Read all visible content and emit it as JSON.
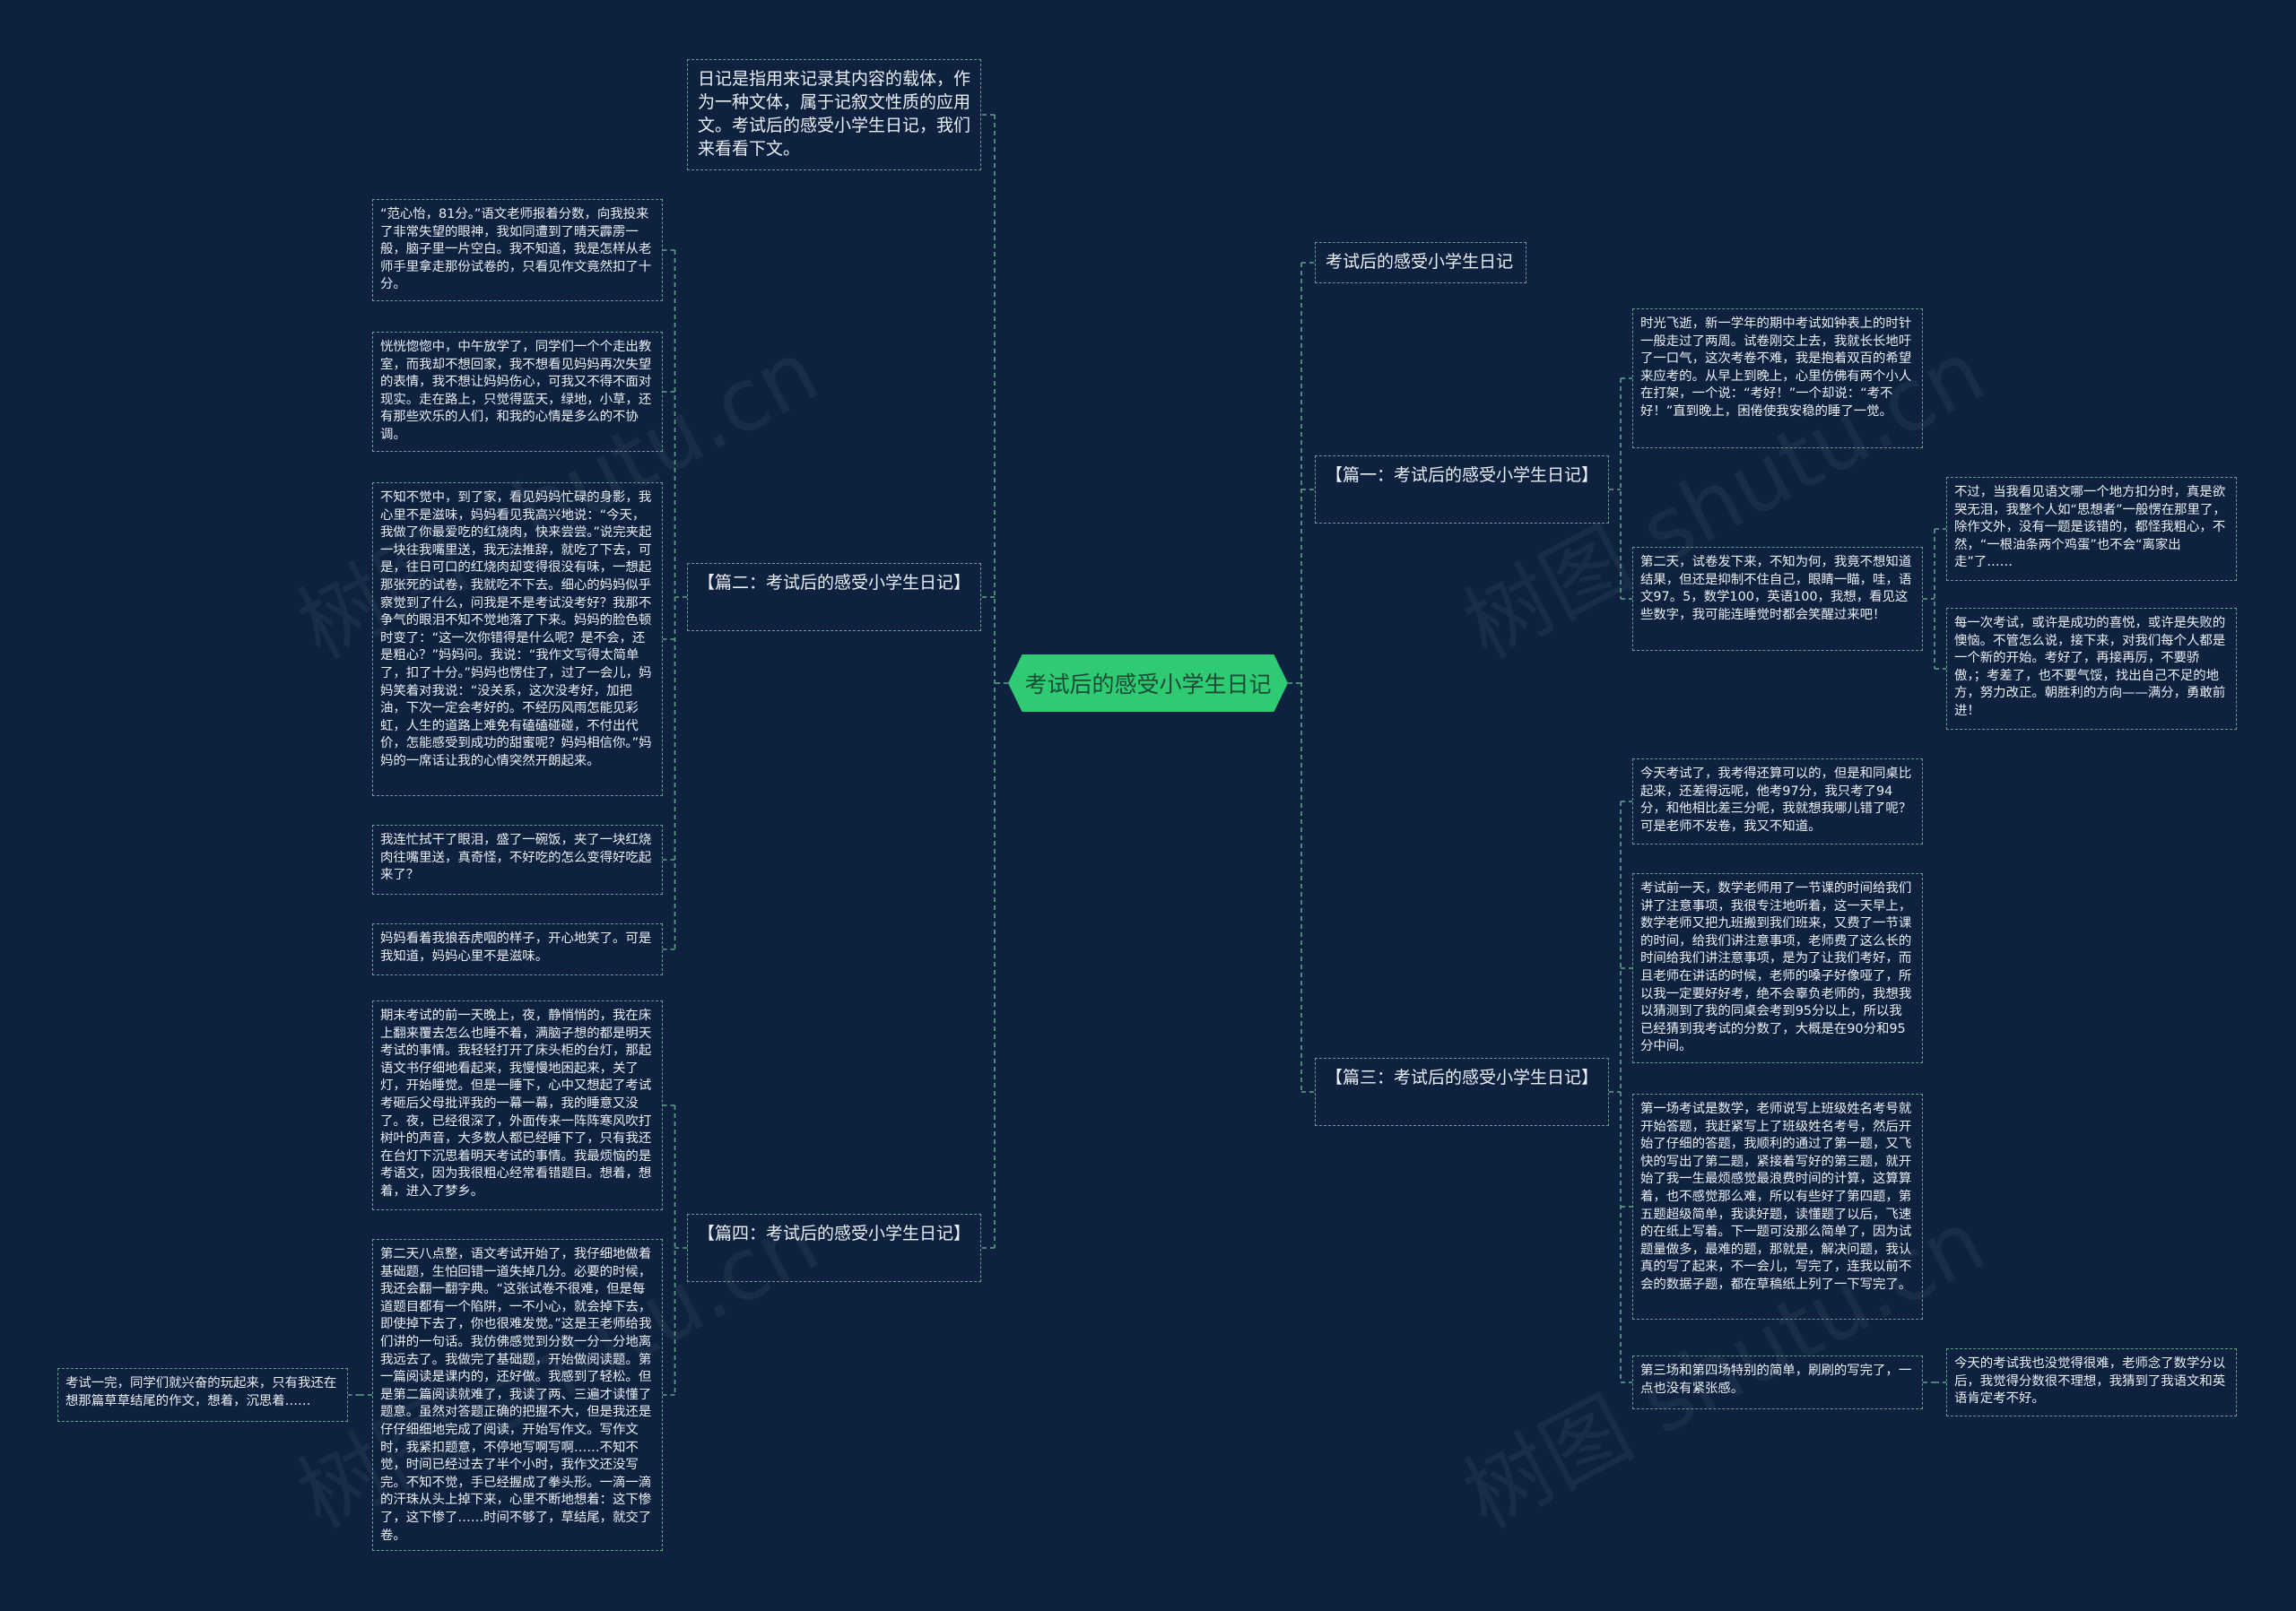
{
  "root": "考试后的感受小学生日记",
  "watermarks": [
    "树图 shutu.cn",
    "树图 shutu.cn",
    "树图 shutu.cn",
    "树图 shutu.cn"
  ],
  "colors": {
    "background": "#0e223f",
    "root_fill": "#2ecb73",
    "line": "#5fa287",
    "text": "#e9eef5"
  },
  "left": {
    "intro": "日记是指用来记录其内容的载体，作为一种文体，属于记叙文性质的应用文。考试后的感受小学生日记，我们来看看下文。",
    "pian2": {
      "label": "【篇二：考试后的感受小学生日记】",
      "leaves": [
        "“范心怡，81分。”语文老师报着分数，向我投来了非常失望的眼神，我如同遭到了晴天霹雳一般，脑子里一片空白。我不知道，我是怎样从老师手里拿走那份试卷的，只看见作文竟然扣了十分。",
        "恍恍惚惚中，中午放学了，同学们一个个走出教室，而我却不想回家，我不想看见妈妈再次失望的表情，我不想让妈妈伤心，可我又不得不面对现实。走在路上，只觉得蓝天，绿地，小草，还有那些欢乐的人们，和我的心情是多么的不协调。",
        "不知不觉中，到了家，看见妈妈忙碌的身影，我心里不是滋味，妈妈看见我高兴地说：“今天，我做了你最爱吃的红烧肉，快来尝尝。”说完夹起一块往我嘴里送，我无法推辞，就吃了下去，可是，往日可口的红烧肉却变得很没有味，一想起那张死的试卷，我就吃不下去。细心的妈妈似乎察觉到了什么，问我是不是考试没考好？我那不争气的眼泪不知不觉地落了下来。妈妈的脸色顿时变了：“这一次你错得是什么呢？是不会，还是粗心？”妈妈问。我说：“我作文写得太简单了，扣了十分。”妈妈也愣住了，过了一会儿，妈妈笑着对我说：“没关系，这次没考好，加把油，下次一定会考好的。不经历风雨怎能见彩虹，人生的道路上难免有磕磕碰碰，不付出代价，怎能感受到成功的甜蜜呢？妈妈相信你。”妈妈的一席话让我的心情突然开朗起来。",
        "我连忙拭干了眼泪，盛了一碗饭，夹了一块红烧肉往嘴里送，真奇怪，不好吃的怎么变得好吃起来了？",
        "妈妈看着我狼吞虎咽的样子，开心地笑了。可是我知道，妈妈心里不是滋味。"
      ]
    },
    "pian4": {
      "label": "【篇四：考试后的感受小学生日记】",
      "leaves": [
        "期末考试的前一天晚上，夜，静悄悄的，我在床上翻来覆去怎么也睡不着，满脑子想的都是明天考试的事情。我轻轻打开了床头柜的台灯，那起语文书仔细地看起来，我慢慢地困起来，关了灯，开始睡觉。但是一睡下，心中又想起了考试考砸后父母批评我的一幕一幕，我的睡意又没了。夜，已经很深了，外面传来一阵阵寒风吹打树叶的声音，大多数人都已经睡下了，只有我还在台灯下沉思着明天考试的事情。我最烦恼的是考语文，因为我很粗心经常看错题目。想着，想着，进入了梦乡。",
        "第二天八点整，语文考试开始了，我仔细地做着基础题，生怕回错一道失掉几分。必要的时候，我还会翻一翻字典。“这张试卷不很难，但是每道题目都有一个陷阱，一不小心，就会掉下去，即使掉下去了，你也很难发觉。”这是王老师给我们讲的一句话。我仿佛感觉到分数一分一分地离我远去了。我做完了基础题，开始做阅读题。第一篇阅读是课内的，还好做。我感到了轻松。但是第二篇阅读就难了，我读了两、三遍才读懂了题意。虽然对答题正确的把握不大，但是我还是仔仔细细地完成了阅读，开始写作文。写作文时，我紧扣题意，不停地写啊写啊……不知不觉，时间已经过去了半个小时，我作文还没写完。不知不觉，手已经握成了拳头形。一滴一滴的汗珠从头上掉下来，心里不断地想着：这下惨了，这下惨了……时间不够了，草结尾，就交了卷。"
      ],
      "sub": "考试一完，同学们就兴奋的玩起来，只有我还在想那篇草草结尾的作文，想着，沉思着……"
    }
  },
  "right": {
    "title_branch": "考试后的感受小学生日记",
    "pian1": {
      "label": "【篇一：考试后的感受小学生日记】",
      "leaf1": "时光飞逝，新一学年的期中考试如钟表上的时针一般走过了两周。试卷刚交上去，我就长长地吁了一口气，这次考卷不难，我是抱着双百的希望来应考的。从早上到晚上，心里仿佛有两个小人在打架，一个说：“考好！”一个却说：“考不好！”直到晚上，困倦使我安稳的睡了一觉。",
      "leaf2": "第二天，试卷发下来，不知为何，我竟不想知道结果，但还是抑制不住自己，眼睛一瞄，哇，语文97。5，数学100，英语100，我想，看见这些数字，我可能连睡觉时都会笑醒过来吧！",
      "sub1": "不过，当我看见语文哪一个地方扣分时，真是欲哭无泪，我整个人如“思想者”一般愣在那里了，除作文外，没有一题是该错的，都怪我粗心，不然，“一根油条两个鸡蛋”也不会“离家出走”了……",
      "sub2": "每一次考试，或许是成功的喜悦，或许是失败的懊恼。不管怎么说，接下来，对我们每个人都是一个新的开始。考好了，再接再厉，不要骄傲，；考差了，也不要气馁，找出自己不足的地方，努力改正。朝胜利的方向——满分，勇敢前进！"
    },
    "pian3": {
      "label": "【篇三：考试后的感受小学生日记】",
      "leaf1": "今天考试了，我考得还算可以的，但是和同桌比起来，还差得远呢，他考97分，我只考了94分，和他相比差三分呢，我就想我哪儿错了呢？可是老师不发卷，我又不知道。",
      "leaf2": "考试前一天，数学老师用了一节课的时间给我们讲了注意事项，我很专注地听着，这一天早上，数学老师又把九班搬到我们班来，又费了一节课的时间，给我们讲注意事项，老师费了这么长的时间给我们讲注意事项，是为了让我们考好，而且老师在讲话的时候，老师的嗓子好像哑了，所以我一定要好好考，绝不会辜负老师的，我想我以猜测到了我的同桌会考到95分以上，所以我已经猜到我考试的分数了，大概是在90分和95分中间。",
      "leaf3": "第一场考试是数学，老师说写上班级姓名考号就开始答题，我赶紧写上了班级姓名考号，然后开始了仔细的答题，我顺利的通过了第一题，又飞快的写出了第二题，紧接着写好的第三题，就开始了我一生最烦感觉最浪费时间的计算，这算算着，也不感觉那么难，所以有些好了第四题，第五题超级简单，我读好题，读懂题了以后，飞速的在纸上写着。下一题可没那么简单了，因为试题量做多，最难的题，那就是，解决问题，我认真的写了起来，不一会儿，写完了，连我以前不会的数据子题，都在草稿纸上列了一下写完了。",
      "leaf4": "第三场和第四场特别的简单，刷刷的写完了，一点也没有紧张感。",
      "sub": "今天的考试我也没觉得很难，老师念了数学分以后，我觉得分数很不理想，我猜到了我语文和英语肯定考不好。"
    }
  }
}
